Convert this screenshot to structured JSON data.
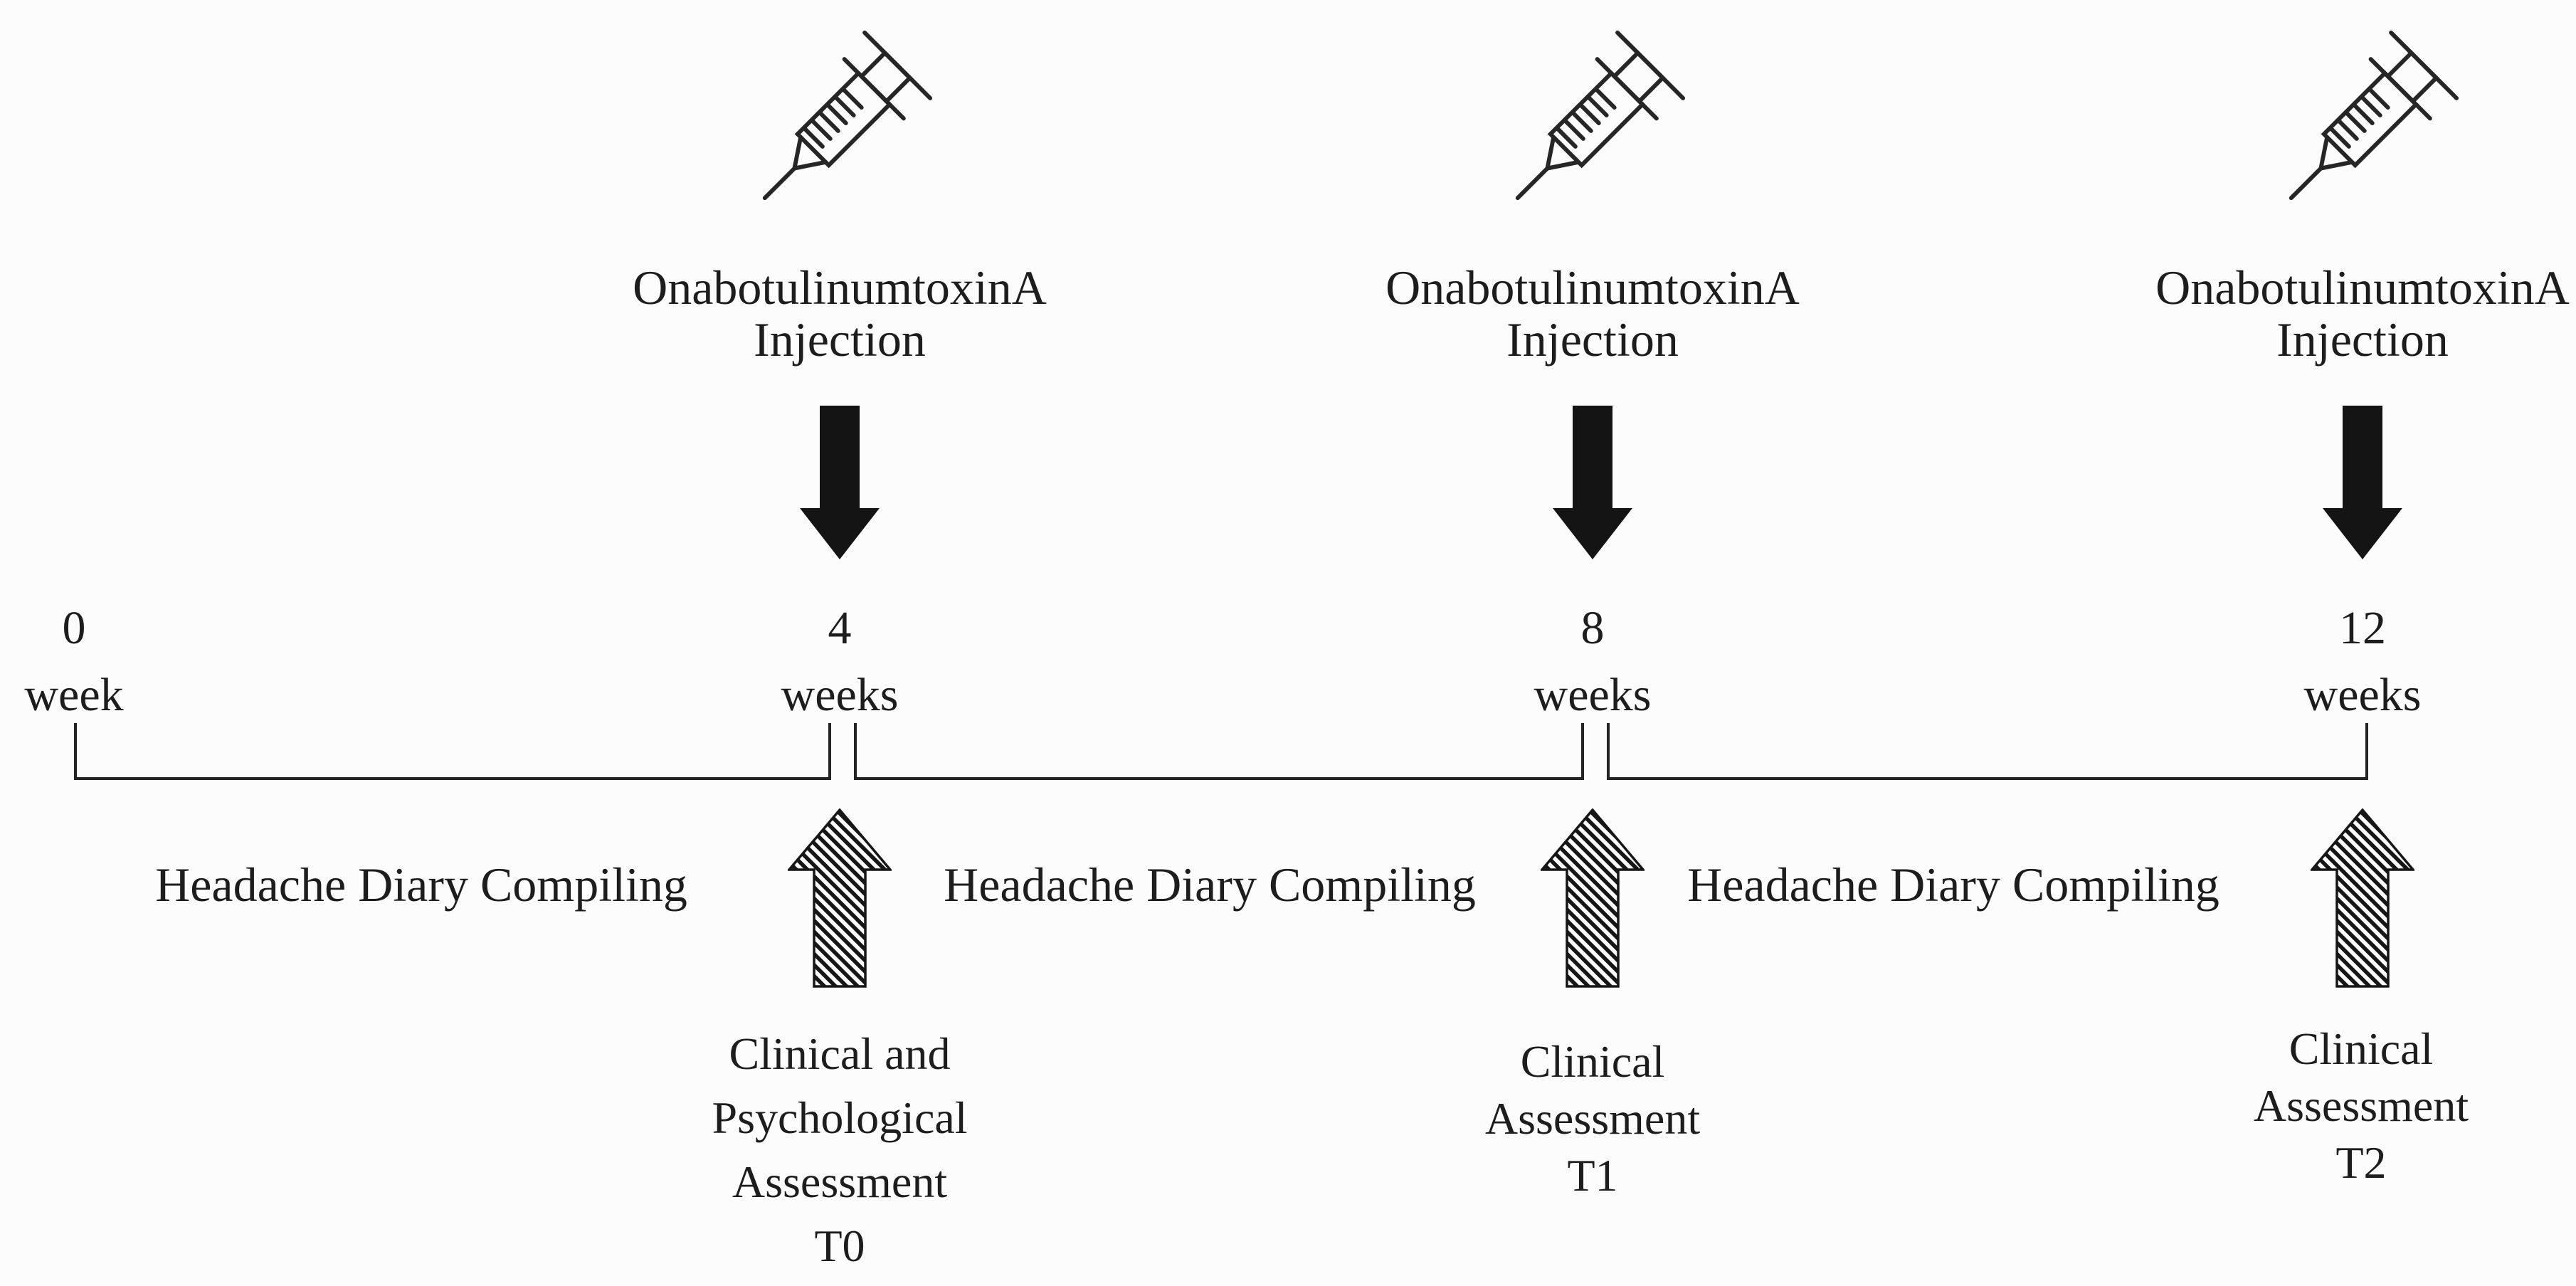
{
  "palette": {
    "background": "#fcfcfc",
    "ink": "#1d1d1d"
  },
  "injections": [
    {
      "line1": "OnabotulinumtoxinA",
      "line2": "Injection"
    },
    {
      "line1": "OnabotulinumtoxinA",
      "line2": "Injection"
    },
    {
      "line1": "OnabotulinumtoxinA",
      "line2": "Injection"
    }
  ],
  "timeline": {
    "timepoints": [
      {
        "value": "0",
        "unit": "week"
      },
      {
        "value": "4",
        "unit": "weeks"
      },
      {
        "value": "8",
        "unit": "weeks"
      },
      {
        "value": "12",
        "unit": "weeks"
      }
    ],
    "segments": [
      {
        "label": "Headache Diary Compiling"
      },
      {
        "label": "Headache Diary Compiling"
      },
      {
        "label": "Headache Diary Compiling"
      }
    ]
  },
  "assessments": [
    {
      "lines": [
        "Clinical and",
        "Psychological",
        "Assessment",
        "T0"
      ]
    },
    {
      "lines": [
        "Clinical",
        "Assessment",
        "T1"
      ]
    },
    {
      "lines": [
        "Clinical",
        "Assessment",
        "T2"
      ]
    }
  ]
}
